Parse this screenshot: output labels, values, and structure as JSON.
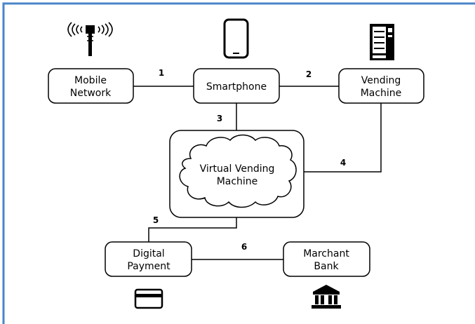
{
  "colors": {
    "frame_border": "#4a86c8",
    "stroke": "#000000",
    "background": "#ffffff"
  },
  "nodes": {
    "mobile_network": {
      "line1": "Mobile",
      "line2": "Network"
    },
    "smartphone": {
      "line1": "Smartphone"
    },
    "vending_machine": {
      "line1": "Vending",
      "line2": "Machine"
    },
    "virtual_vending_machine": {
      "line1": "Virtual Vending",
      "line2": "Machine"
    },
    "digital_payment": {
      "line1": "Digital",
      "line2": "Payment"
    },
    "merchant_bank": {
      "line1": "Marchant",
      "line2": "Bank"
    }
  },
  "edges": [
    {
      "label": "1",
      "from": "Mobile Network",
      "to": "Smartphone"
    },
    {
      "label": "2",
      "from": "Smartphone",
      "to": "Vending Machine"
    },
    {
      "label": "3",
      "from": "Smartphone",
      "to": "Virtual Vending Machine"
    },
    {
      "label": "4",
      "from": "Vending Machine",
      "to": "Virtual Vending Machine"
    },
    {
      "label": "5",
      "from": "Virtual Vending Machine",
      "to": "Digital Payment"
    },
    {
      "label": "6",
      "from": "Digital Payment",
      "to": "Marchant Bank"
    }
  ],
  "icons": {
    "mobile_network": "cell-tower-icon",
    "smartphone": "smartphone-icon",
    "vending_machine": "vending-machine-icon",
    "digital_payment": "credit-card-icon",
    "merchant_bank": "bank-icon"
  }
}
